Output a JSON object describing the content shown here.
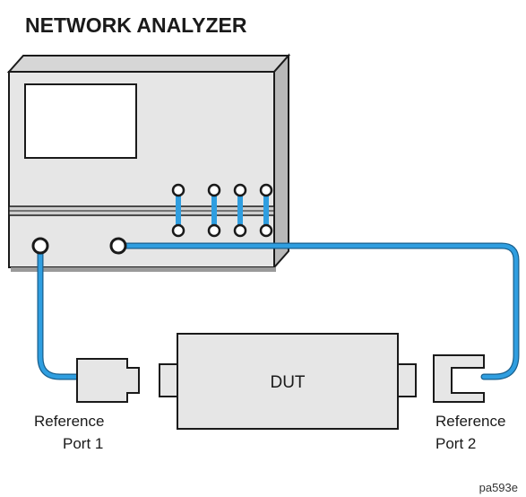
{
  "title": "NETWORK ANALYZER",
  "dut_label": "DUT",
  "ref_port_1": {
    "line1": "Reference",
    "line2": "Port 1"
  },
  "ref_port_2": {
    "line1": "Reference",
    "line2": "Port 2"
  },
  "figure_id": "pa593e",
  "colors": {
    "cable": "#2f9ee0",
    "cable_outline": "#1a5f8c",
    "instrument_body": "#e6e6e6",
    "instrument_panel": "#dcdcdc",
    "outline": "#1a1a1a",
    "screen": "#ffffff",
    "shadow": "#9a9a9a"
  }
}
